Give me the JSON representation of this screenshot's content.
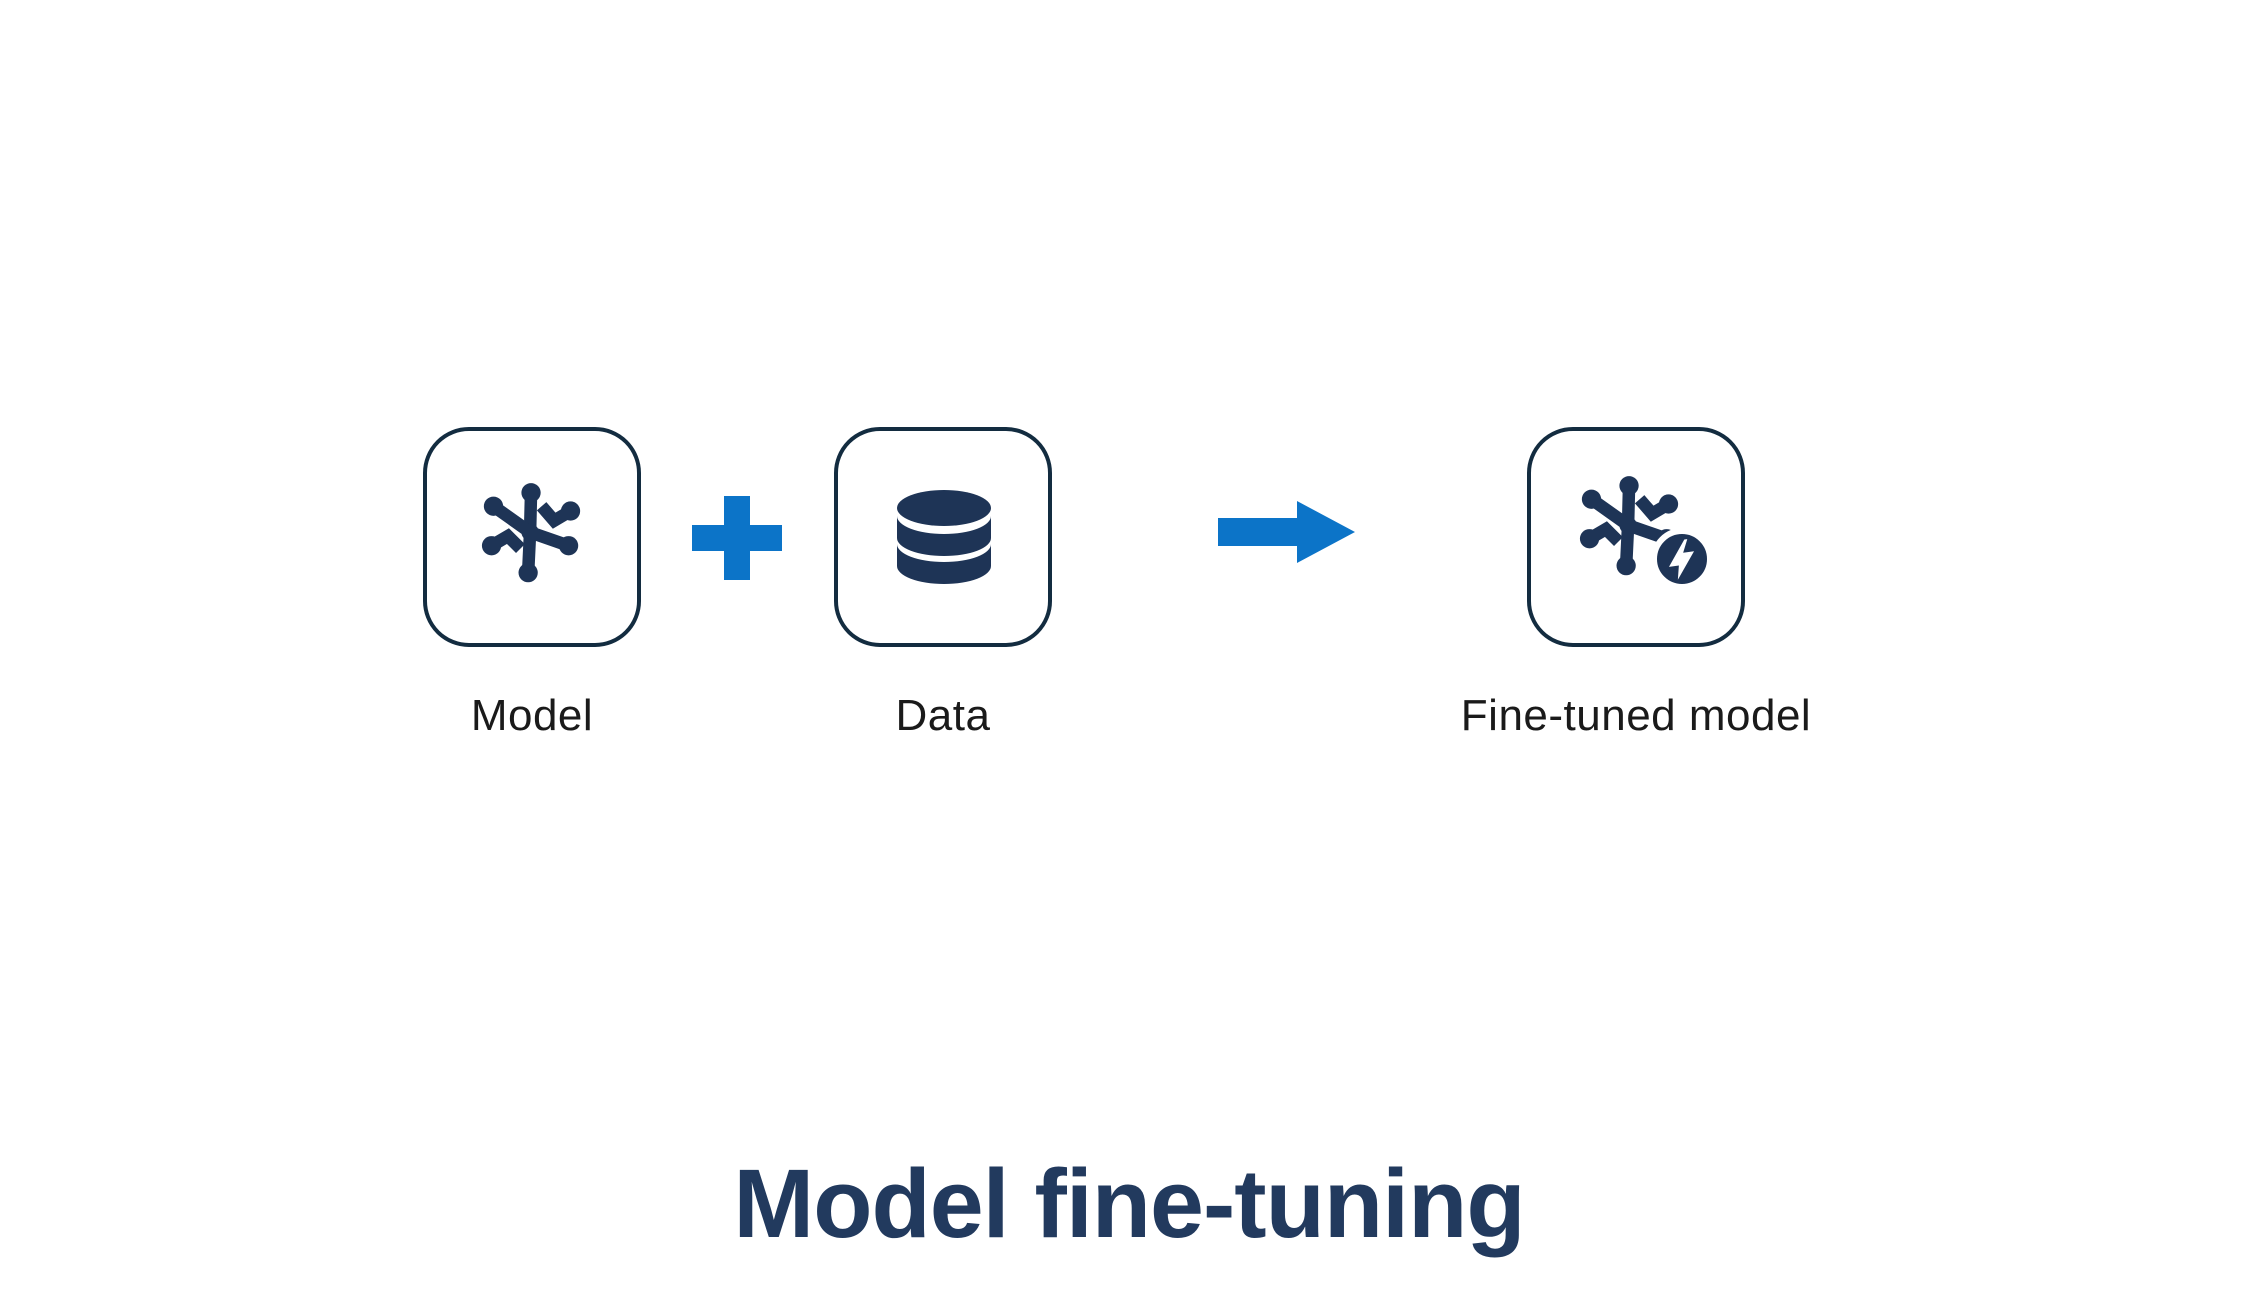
{
  "title": "Model fine-tuning",
  "diagram": {
    "nodes": [
      {
        "label": "Model",
        "icon": "model-network-icon"
      },
      {
        "label": "Data",
        "icon": "database-icon"
      },
      {
        "label": "Fine-tuned model",
        "icon": "fine-tuned-model-icon"
      }
    ],
    "operators": [
      {
        "icon": "plus-icon"
      },
      {
        "icon": "arrow-right-icon"
      }
    ]
  },
  "colors": {
    "accent-blue": "#0c74c8",
    "icon-navy": "#1e3456",
    "box-border": "#132c40",
    "label-text": "#1a1a1a",
    "title-navy": "#223a5e",
    "background": "#ffffff"
  }
}
